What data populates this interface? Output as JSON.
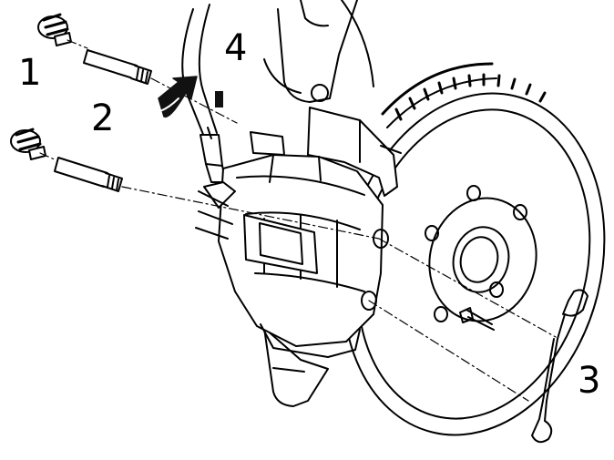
{
  "callouts": {
    "c1": "1",
    "c2": "2",
    "c3": "3",
    "c4": "4"
  },
  "colors": {
    "line": "#000000",
    "fill": "#ffffff",
    "dark": "#111111"
  }
}
